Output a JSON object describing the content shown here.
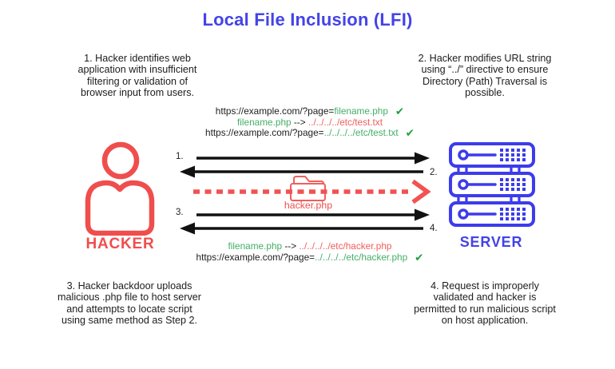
{
  "title": "Local File Inclusion (LFI)",
  "colors": {
    "accent_blue": "#4343e8",
    "accent_red": "#ef4e4d",
    "url_green": "#43ae68",
    "url_red": "#f15e5d",
    "check_green": "#1da23c",
    "text_black": "#1d1d1f"
  },
  "icons": {
    "check": "✔"
  },
  "steps": {
    "s1": [
      "1. Hacker identifies web",
      "application with insufficient",
      "filtering or validation of",
      "browser input from users."
    ],
    "s2": [
      "2. Hacker modifies URL string",
      "using “../” directive to ensure",
      "Directory (Path) Traversal is",
      "possible."
    ],
    "s3": [
      "3. Hacker backdoor uploads",
      "malicious .php file to host server",
      "and attempts to locate script",
      "using same method as Step 2."
    ],
    "s4": [
      "4. Request is improperly",
      "validated and hacker is",
      "permitted to run malicious script",
      "on host application."
    ]
  },
  "urls_top": {
    "l1_black": "https://example.com/?page=",
    "l1_green": "filename.php",
    "l2_green": "filename.php",
    "l2_black": " --> ",
    "l2_red": "../../../../etc/test.txt",
    "l3_black": "https://example.com/?page=",
    "l3_green": "../../../../etc/test.txt"
  },
  "urls_bottom": {
    "l1_green": "filename.php",
    "l1_black": " --> ",
    "l1_red": "../../../../etc/hacker.php",
    "l2_black": "https://example.com/?page=",
    "l2_green": "../../../../etc/hacker.php"
  },
  "actors": {
    "hacker": "HACKER",
    "server": "SERVER"
  },
  "flow": {
    "labels": [
      "1.",
      "2.",
      "3.",
      "4."
    ],
    "payload": "hacker.php"
  }
}
